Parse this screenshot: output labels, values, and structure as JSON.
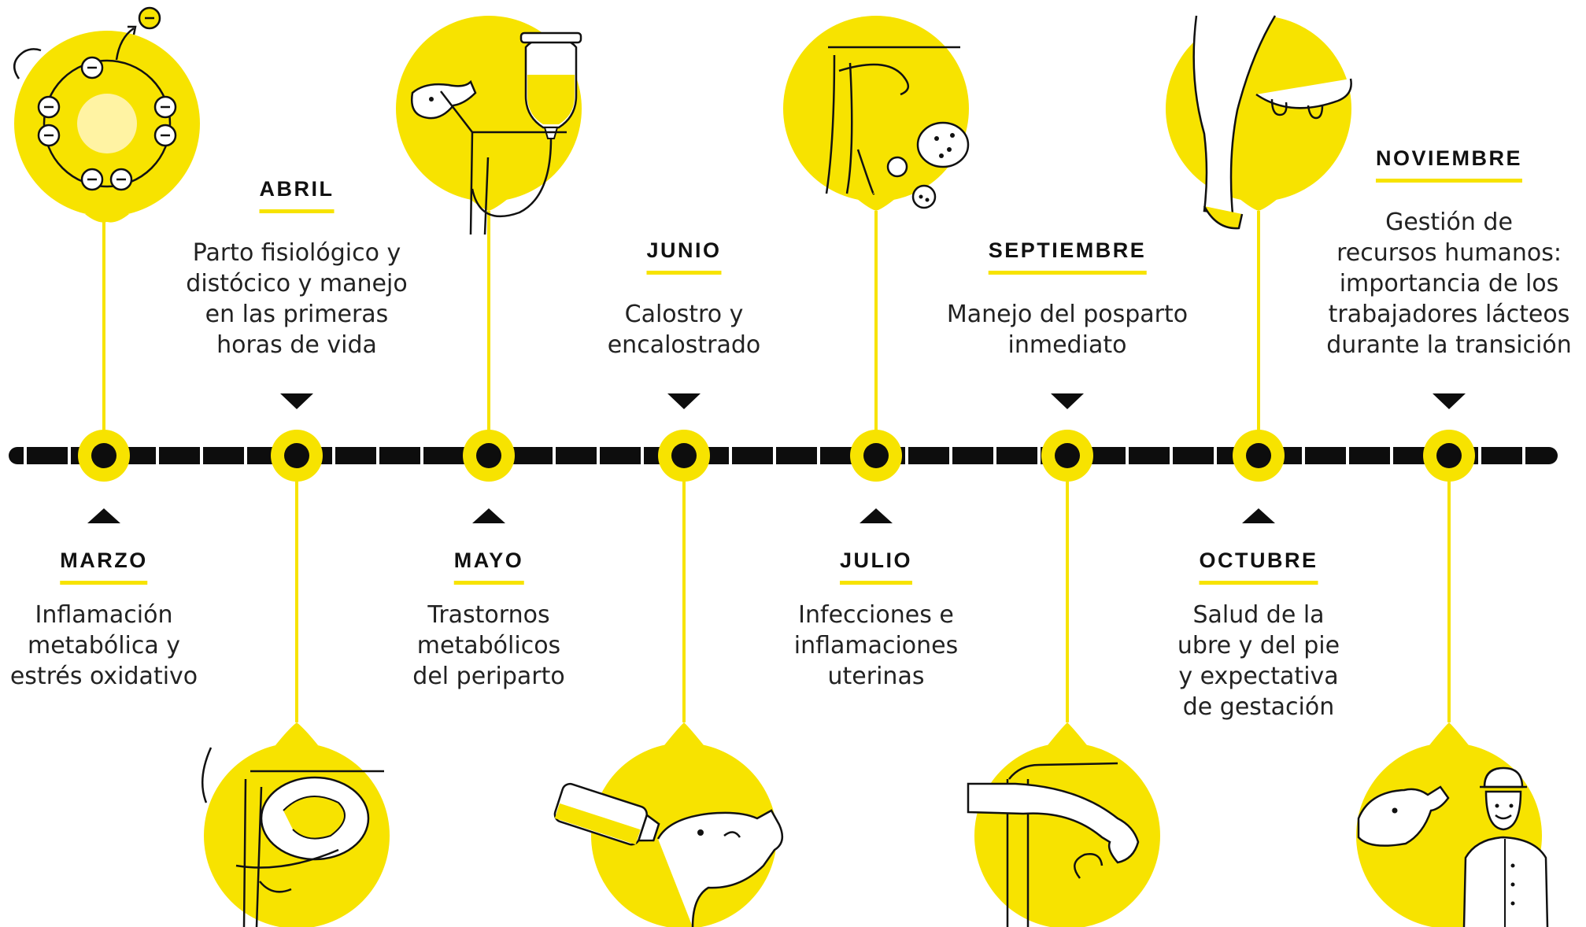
{
  "colors": {
    "accent": "#f7e300",
    "accent_light": "#fff3a3",
    "line": "#0d0d0d",
    "text": "#222222"
  },
  "timeline": [
    {
      "month": "MARZO",
      "lines": [
        "Inflamación",
        "metabólica y",
        "estrés oxidativo"
      ],
      "icon": "molecule-oxidation-icon"
    },
    {
      "month": "ABRIL",
      "lines": [
        "Parto fisiológico y",
        "distócico y manejo",
        "en las primeras",
        "horas de vida"
      ],
      "icon": "calving-cow-icon"
    },
    {
      "month": "MAYO",
      "lines": [
        "Trastornos",
        "metabólicos",
        "del periparto"
      ],
      "icon": "cow-iv-drip-icon"
    },
    {
      "month": "JUNIO",
      "lines": [
        "Calostro y",
        "encalostrado"
      ],
      "icon": "calf-bottle-icon"
    },
    {
      "month": "JULIO",
      "lines": [
        "Infecciones e",
        "inflamaciones",
        "uterinas"
      ],
      "icon": "bacteria-uterus-icon"
    },
    {
      "month": "SEPTIEMBRE",
      "lines": [
        "Manejo del posparto",
        "inmediato"
      ],
      "icon": "postpartum-exam-icon"
    },
    {
      "month": "OCTUBRE",
      "lines": [
        "Salud de la",
        "ubre y del pie",
        "y expectativa",
        "de gestación"
      ],
      "icon": "udder-hoof-icon"
    },
    {
      "month": "NOVIEMBRE",
      "lines": [
        "Gestión de",
        "recursos humanos:",
        "importancia de los",
        "trabajadores lácteos",
        "durante la transición"
      ],
      "icon": "worker-cow-icon"
    }
  ]
}
